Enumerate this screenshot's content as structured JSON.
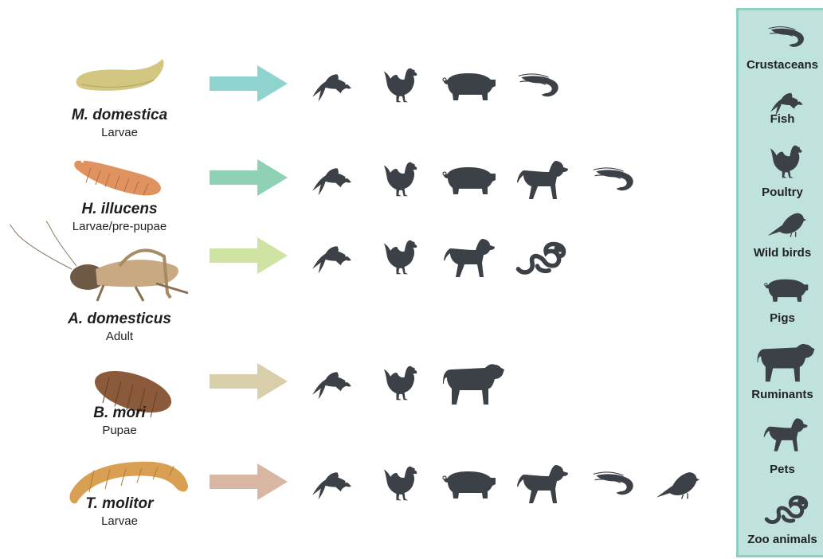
{
  "insects": [
    {
      "species": "M. domestica",
      "stage": "Larvae",
      "arrow_color": "#8fd3cf",
      "uses": [
        "fish-icon",
        "poultry-icon",
        "pig-icon",
        "crustacean-icon"
      ]
    },
    {
      "species": "H. illucens",
      "stage": "Larvae/pre-pupae",
      "arrow_color": "#8fd1b5",
      "uses": [
        "fish-icon",
        "poultry-icon",
        "pig-icon",
        "pet-icon",
        "crustacean-icon"
      ]
    },
    {
      "species": "A. domesticus",
      "stage": "Adult",
      "arrow_color": "#cfe3a3",
      "uses": [
        "fish-icon",
        "poultry-icon",
        "pet-icon",
        "zoo-animal-icon"
      ]
    },
    {
      "species": "B. mori",
      "stage": "Pupae",
      "arrow_color": "#d9ceaa",
      "uses": [
        "fish-icon",
        "poultry-icon",
        "ruminant-icon"
      ]
    },
    {
      "species": "T. molitor",
      "stage": "Larvae",
      "arrow_color": "#d9b6a2",
      "uses": [
        "fish-icon",
        "poultry-icon",
        "pig-icon",
        "pet-icon",
        "crustacean-icon",
        "wild-bird-icon"
      ]
    }
  ],
  "legend": {
    "items": [
      {
        "label": "Crustaceans",
        "icon": "crustacean-icon"
      },
      {
        "label": "Fish",
        "icon": "fish-icon"
      },
      {
        "label": "Poultry",
        "icon": "poultry-icon"
      },
      {
        "label": "Wild birds",
        "icon": "wild-bird-icon"
      },
      {
        "label": "Pigs",
        "icon": "pig-icon"
      },
      {
        "label": "Ruminants",
        "icon": "ruminant-icon"
      },
      {
        "label": "Pets",
        "icon": "pet-icon"
      },
      {
        "label": "Zoo animals",
        "icon": "zoo-animal-icon"
      }
    ]
  },
  "colors": {
    "icon": "#3c4047",
    "legend_bg": "#bfe3dc",
    "legend_border": "#8fcfc3"
  }
}
